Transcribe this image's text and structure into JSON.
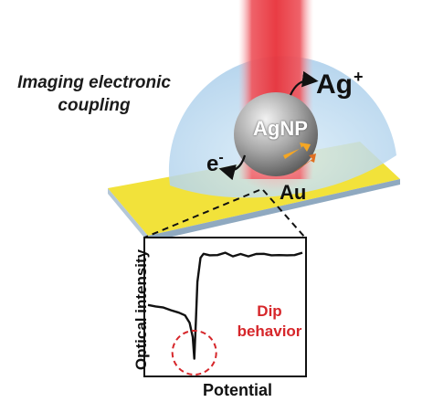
{
  "labels": {
    "imaging_line1": "Imaging electronic",
    "imaging_line2": "coupling",
    "ag_ion_base": "Ag",
    "ag_ion_charge": "+",
    "nanoparticle": "AgNP",
    "electron_base": "e",
    "electron_charge": "-",
    "substrate": "Au",
    "dip_line1": "Dip",
    "dip_line2": "behavior",
    "x_axis": "Potential",
    "y_axis": "Optical intensity"
  },
  "colors": {
    "laser_beam": "#e8323a",
    "dome": "#b9d9f0",
    "nanoparticle": "#9a9a9a",
    "gold_substrate": "#f2e23a",
    "substrate_edge": "#8fa9c0",
    "dip_circle": "#d6262a",
    "trace": "#111111",
    "arrow_up": "#f5a623",
    "arrow_down": "#e07020"
  },
  "chart_data": {
    "type": "line",
    "title": "",
    "xlabel": "Potential",
    "ylabel": "Optical intensity",
    "x_ticks": [],
    "y_ticks": [],
    "grid": false,
    "xlim": [
      0,
      1
    ],
    "ylim": [
      0,
      1
    ],
    "series": [
      {
        "name": "",
        "x": [
          0.0,
          0.05,
          0.1,
          0.15,
          0.2,
          0.24,
          0.27,
          0.29,
          0.3,
          0.31,
          0.32,
          0.34,
          0.36,
          0.4,
          0.45,
          0.5,
          0.55,
          0.6,
          0.65,
          0.7,
          0.75,
          0.8,
          0.85,
          0.9,
          0.95,
          1.0
        ],
        "y": [
          0.52,
          0.5,
          0.5,
          0.47,
          0.46,
          0.43,
          0.38,
          0.26,
          0.1,
          0.38,
          0.7,
          0.88,
          0.92,
          0.9,
          0.91,
          0.92,
          0.9,
          0.91,
          0.9,
          0.91,
          0.92,
          0.9,
          0.91,
          0.9,
          0.91,
          0.92
        ]
      }
    ],
    "annotations": [
      {
        "text": "Dip behavior",
        "x": 0.3,
        "y": 0.1,
        "shape": "dashed-circle"
      }
    ]
  }
}
